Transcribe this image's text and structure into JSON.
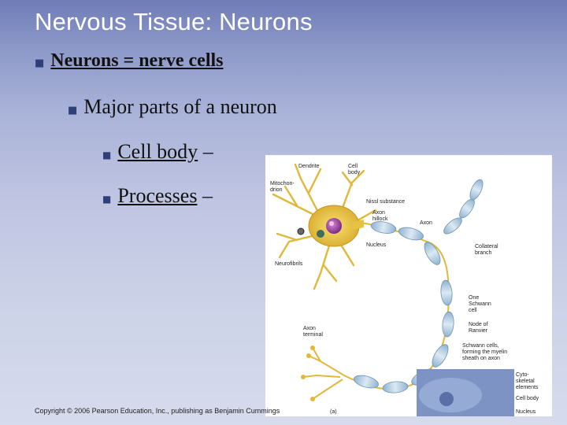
{
  "slide": {
    "title": "Nervous Tissue: Neurons",
    "bullets": {
      "level1": {
        "term": "Neurons = nerve cells"
      },
      "level2": {
        "text": "Major parts of a neuron"
      },
      "level3": [
        {
          "term": "Cell body",
          "suffix": " –"
        },
        {
          "term": "Processes",
          "suffix": " –"
        }
      ]
    },
    "footer": "Copyright © 2006 Pearson Education, Inc., publishing as Benjamin Cummings"
  },
  "figure": {
    "labels": {
      "dendrite": "Dendrite",
      "cell_body_1": "Cell",
      "cell_body_2": "body",
      "mito_1": "Mitochon-",
      "mito_2": "drion",
      "nissl": "Nissl substance",
      "hillock_1": "Axon",
      "hillock_2": "hillock",
      "axon": "Axon",
      "nucleus": "Nucleus",
      "collateral_1": "Collateral",
      "collateral_2": "branch",
      "neurofibrils": "Neurofibrils",
      "schwann_1": "One",
      "schwann_2": "Schwann",
      "schwann_3": "cell",
      "ranvier_1": "Node of",
      "ranvier_2": "Ranvier",
      "terminal_1": "Axon",
      "terminal_2": "terminal",
      "myelin_1": "Schwann cells,",
      "myelin_2": "forming the myelin",
      "myelin_3": "sheath on axon",
      "cyto_1": "Cyto-",
      "cyto_2": "skeletal",
      "cyto_3": "elements",
      "inset_cell_body": "Cell body",
      "inset_nucleus": "Nucleus",
      "panel_letter": "(a)"
    }
  }
}
